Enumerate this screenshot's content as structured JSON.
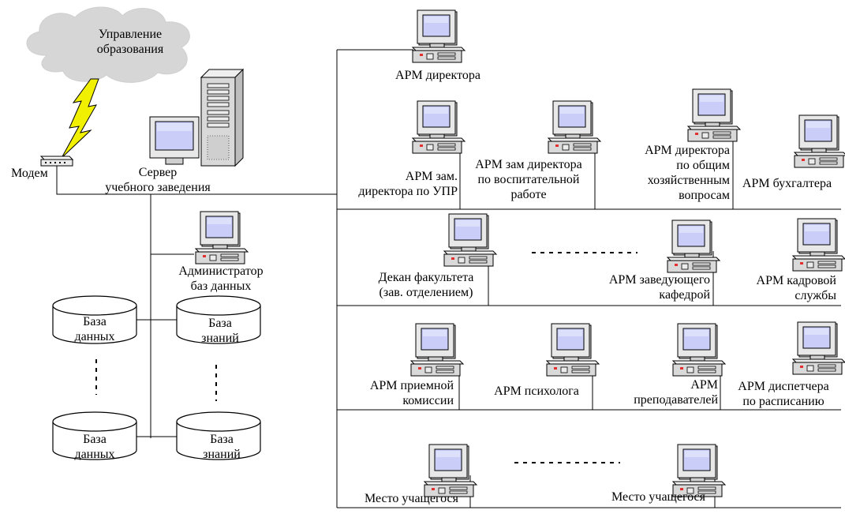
{
  "cloud": {
    "label": "Управление\nобразования"
  },
  "modem": {
    "label": "Модем"
  },
  "server": {
    "label": "Сервер\nучебного заведения"
  },
  "admin": {
    "label": "Администратор\nбаз данных"
  },
  "databases": [
    {
      "label": "База\nданных"
    },
    {
      "label": "База\nзнаний"
    },
    {
      "label": "База\nданных"
    },
    {
      "label": "База\nзнаний"
    }
  ],
  "workstations": {
    "director": "АРМ директора",
    "deputy_upr": "АРМ зам.\nдиректора по УПР",
    "deputy_edu": "АРМ зам директора\nпо воспитательной\nработе",
    "director_household": "АРМ директора\nпо общим\nхозяйственным\nвопросам",
    "accountant": "АРМ бухгалтера",
    "dean": "Декан факультета\n(зав. отделением)",
    "head_dept": "АРМ заведующего\nкафедрой",
    "hr": "АРМ кадровой\nслужбы",
    "admission": "АРМ приемной\nкомиссии",
    "psychologist": "АРМ психолога",
    "teachers": "АРМ\nпреподавателей",
    "dispatcher": "АРМ диспетчера\nпо расписанию",
    "student_1": "Место учащегося",
    "student_2": "Место учащегося"
  },
  "colors": {
    "line": "#000000",
    "computer_body": "#d9d9d9",
    "screen": "#c9cdf7",
    "cloud": "#d6d6d6",
    "lightning": "#f0f000",
    "led": "#e03030"
  }
}
